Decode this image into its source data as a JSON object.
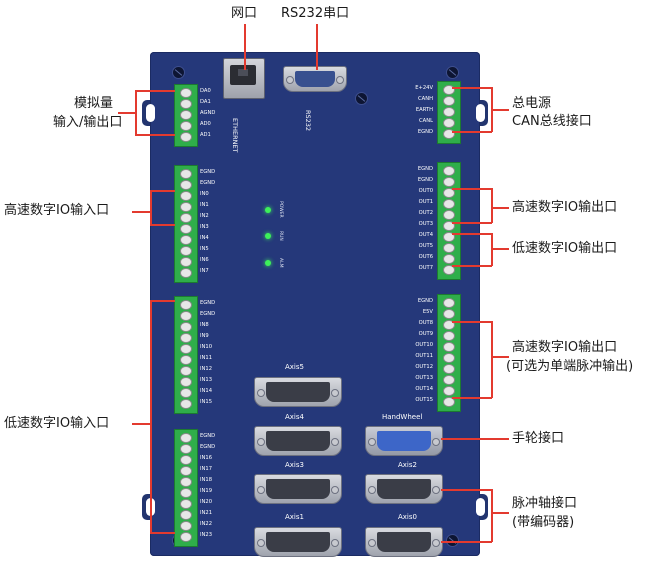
{
  "top_labels": {
    "ethernet_port": "网口",
    "rs232_port": "RS232串口"
  },
  "board_text": {
    "ethernet": "ETHERNET",
    "rs232": "RS232",
    "led_power": "POWER",
    "led_run": "RUN",
    "led_alm": "ALM"
  },
  "left_callouts": {
    "analog_line1": "模拟量",
    "analog_line2": "输入/输出口",
    "hs_input": "高速数字IO输入口",
    "ls_input": "低速数字IO输入口"
  },
  "right_callouts": {
    "power_line1": "总电源",
    "power_line2": "CAN总线接口",
    "hs_output": "高速数字IO输出口",
    "ls_output": "低速数字IO输出口",
    "hs_output2_line1": "高速数字IO输出口",
    "hs_output2_line2": "(可选为单端脉冲输出)",
    "handwheel": "手轮接口",
    "pulse_line1": "脉冲轴接口",
    "pulse_line2": "(带编码器)"
  },
  "terminals": {
    "analog": [
      "DA0",
      "DA1",
      "AGND",
      "AD0",
      "AD1"
    ],
    "in_a": [
      "EGND",
      "EGND",
      "IN0",
      "IN1",
      "IN2",
      "IN3",
      "IN4",
      "IN5",
      "IN6",
      "IN7"
    ],
    "in_b": [
      "EGND",
      "EGND",
      "IN8",
      "IN9",
      "IN10",
      "IN11",
      "IN12",
      "IN13",
      "IN14",
      "IN15"
    ],
    "in_c": [
      "EGND",
      "EGND",
      "IN16",
      "IN17",
      "IN18",
      "IN19",
      "IN20",
      "IN21",
      "IN22",
      "IN23"
    ],
    "power": [
      "E+24V",
      "CANH",
      "EARTH",
      "CANL",
      "EGND"
    ],
    "out_a": [
      "EGND",
      "EGND",
      "OUT0",
      "OUT1",
      "OUT2",
      "OUT3",
      "OUT4",
      "OUT5",
      "OUT6",
      "OUT7"
    ],
    "out_b": [
      "EGND",
      "E5V",
      "OUT8",
      "OUT9",
      "OUT10",
      "OUT11",
      "OUT12",
      "OUT13",
      "OUT14",
      "OUT15"
    ]
  },
  "connectors": {
    "axis5": "Axis5",
    "axis4": "Axis4",
    "handwheel": "HandWheel",
    "axis3": "Axis3",
    "axis2": "Axis2",
    "axis1": "Axis1",
    "axis0": "Axis0"
  },
  "colors": {
    "board": "#25387a",
    "terminal": "#2fae4a",
    "lead_line": "#e33a2f",
    "led": "#3df05a",
    "handwheel_connector": "#3d66c8"
  }
}
